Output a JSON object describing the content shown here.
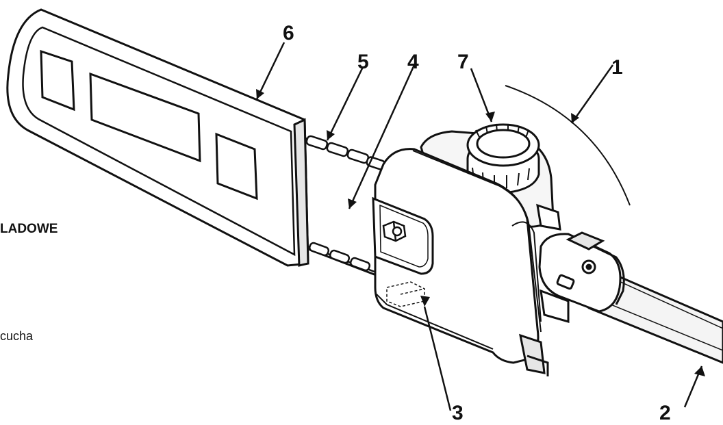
{
  "callouts": {
    "c1": "1",
    "c2": "2",
    "c3": "3",
    "c4": "4",
    "c5": "5",
    "c6": "6",
    "c7": "7"
  },
  "fragments": {
    "heading": "LADOWE",
    "text": "cucha"
  },
  "colors": {
    "ink": "#111111",
    "paper": "#ffffff",
    "shade": "#e6e6e6"
  }
}
